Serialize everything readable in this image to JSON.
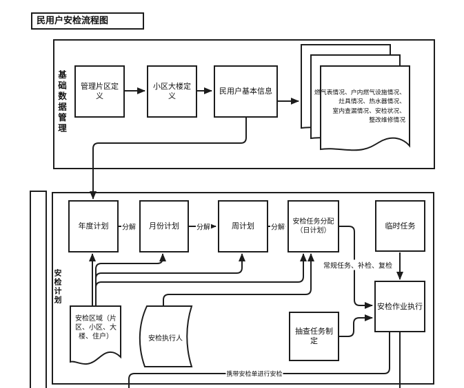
{
  "title": "民用户安检流程图",
  "colors": {
    "line": "#1c1c1c",
    "background": "#ffffff"
  },
  "section1": {
    "label": "基础数据管理",
    "boxes": {
      "area_def": "管理片区定义",
      "building_def": "小区大楼定义",
      "user_info": "民用户基本信息"
    },
    "doc_lines": [
      "燃气表情况、户内燃气设施情况、",
      "灶具情况、热水器情况、",
      "室内查漏情况、安检状况、",
      "整改维修情况"
    ]
  },
  "section2": {
    "label": "安检计划",
    "boxes": {
      "annual_plan": "年度计划",
      "monthly_plan": "月份计划",
      "weekly_plan": "周计划",
      "task_assign": "安检任务分配（日计划）",
      "temp_task": "临时任务",
      "inspection_exec": "安检作业执行",
      "spot_check": "抽查任务制定"
    },
    "docs": {
      "inspection_area": "安检区域（片区、小区、大楼、住户）",
      "inspector": "安检执行人"
    },
    "edge_labels": {
      "decompose": "分解",
      "regular_tasks": "常规任务、补检、复检",
      "carry_sheet": "携带安检单进行安检"
    }
  }
}
